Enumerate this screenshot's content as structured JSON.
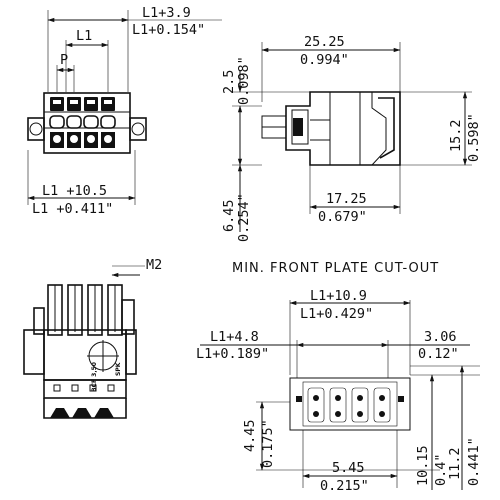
{
  "title": "MIN. FRONT PLATE CUT-OUT",
  "front_view": {
    "dims": [
      "L1+3.9",
      "L1+0.154\"",
      "L1",
      "P",
      "L1 +10.5",
      "L1 +0.411\""
    ]
  },
  "side_view": {
    "dims": [
      "25.25",
      "0.994\"",
      "2.5",
      "0.098\"",
      "15.2",
      "0.598\"",
      "6.45",
      "0.254\"",
      "17.25",
      "0.679\""
    ]
  },
  "back_view": {
    "dims": [
      "M2"
    ],
    "markings": [
      "BCF 3,50",
      "SPK"
    ]
  },
  "cutout_view": {
    "dims": [
      "L1+10.9",
      "L1+0.429\"",
      "L1+4.8",
      "L1+0.189\"",
      "3.06",
      "0.12\"",
      "4.45",
      "0.175\"",
      "5.45",
      "0.215\"",
      "10.15",
      "0.4\"",
      "11.2",
      "0.441\""
    ]
  }
}
